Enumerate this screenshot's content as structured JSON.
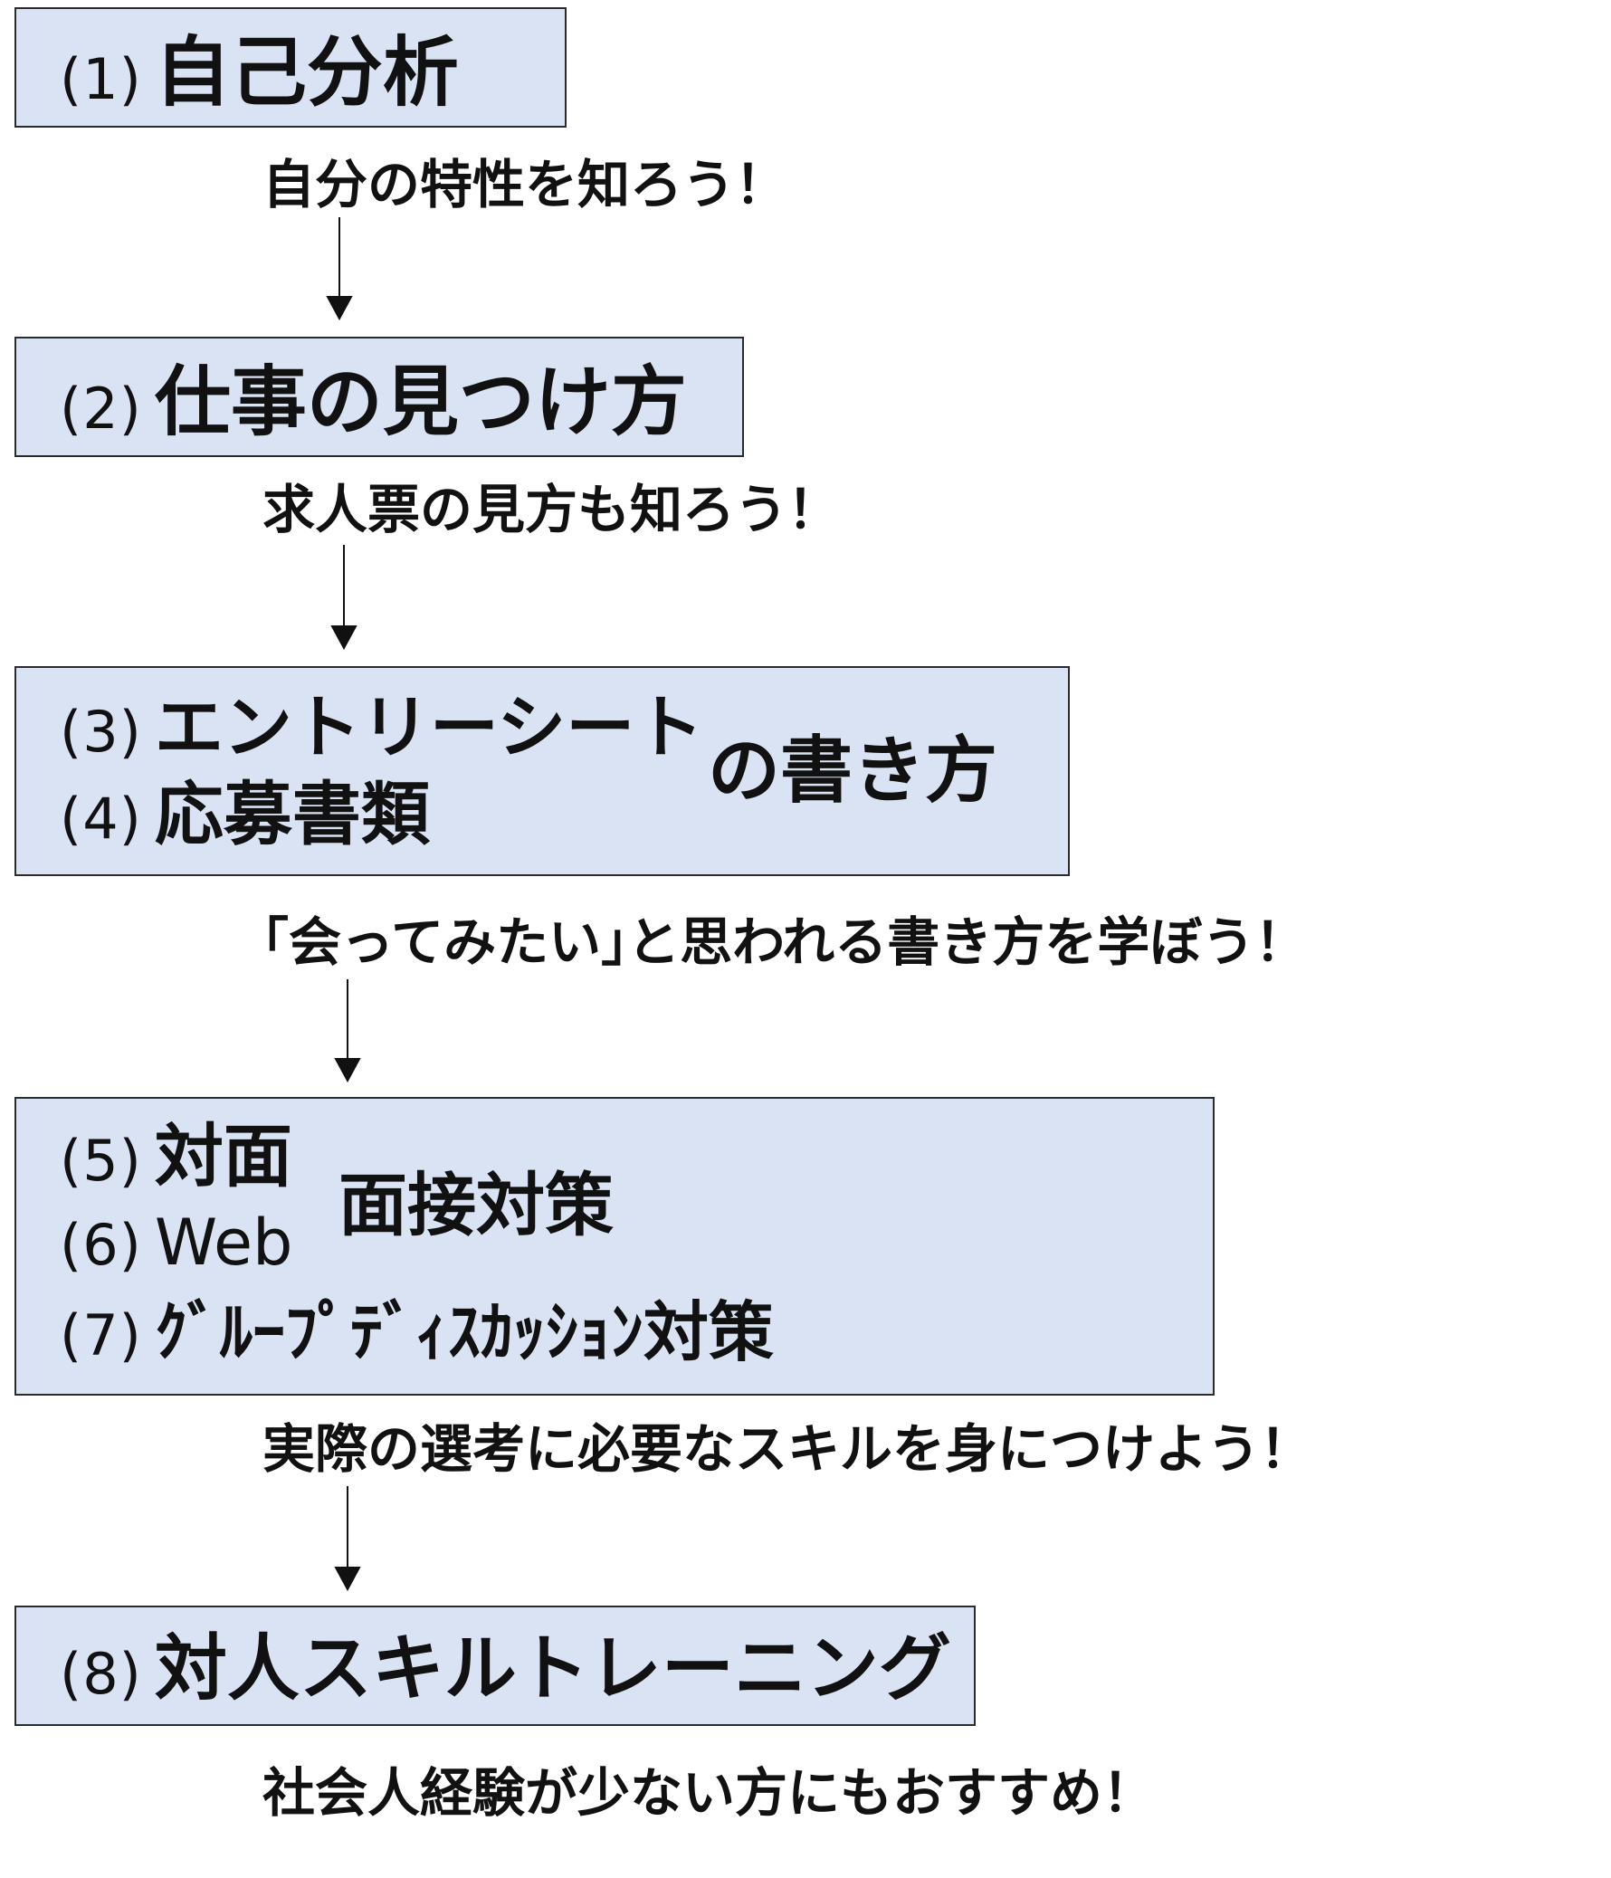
{
  "steps": [
    {
      "num": "(1)",
      "title": "自己分析"
    },
    {
      "num": "(2)",
      "title": "仕事の見つけ方"
    },
    {
      "lines": [
        {
          "num": "(3)",
          "title": "エントリーシート"
        },
        {
          "num": "(4)",
          "title": "応募書類"
        }
      ],
      "suffix": "の書き方"
    },
    {
      "lines": [
        {
          "num": "(5)",
          "title": "対面"
        },
        {
          "num": "(6)",
          "title": "Web"
        },
        {
          "num": "(7)",
          "title": "ｸﾞﾙｰﾌﾟﾃﾞｨｽｶｯｼｮﾝ対策"
        }
      ],
      "suffix": "面接対策"
    },
    {
      "num": "(8)",
      "title": "対人スキルトレーニング"
    }
  ],
  "captions": [
    "自分の特性を知ろう！",
    "求人票の見方も知ろう！",
    "｢会ってみたい｣と思われる書き方を学ぼう！",
    "実際の選考に必要なスキルを身につけよう！",
    "社会人経験が少ない方にもおすすめ！"
  ],
  "colors": {
    "box_fill": "#dae3f3",
    "box_border": "#2b2b2b",
    "text": "#111111"
  }
}
